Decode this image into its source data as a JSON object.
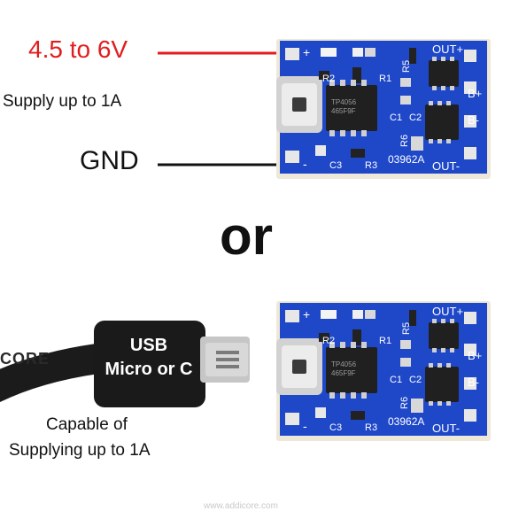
{
  "top": {
    "voltage_label": "4.5 to 6V",
    "supply_note": "Supply up to 1A",
    "ground_label": "GND"
  },
  "divider": {
    "word": "or"
  },
  "bottom": {
    "usb_plug_line1": "USB",
    "usb_plug_line2": "Micro or C",
    "capable_line1": "Capable of",
    "capable_line2": "Supplying up to 1A",
    "cable_brand": "CORE"
  },
  "board": {
    "pin_plus": "+",
    "pin_minus": "-",
    "out_plus": "OUT+",
    "out_minus": "OUT-",
    "b_plus": "B+",
    "b_minus": "B-",
    "r1": "R1",
    "r2": "R2",
    "r3": "R3",
    "r5": "R5",
    "r6": "R6",
    "c1": "C1",
    "c2": "C2",
    "c3": "C3",
    "chip_line1": "TP4056",
    "chip_line2": "465F9F",
    "part_code": "03962A"
  },
  "colors": {
    "voltage_red": "#e21d1d",
    "pcb_blue": "#1f48c9",
    "pad_silver": "#d9d9d9"
  },
  "watermark": "www.addicore.com"
}
